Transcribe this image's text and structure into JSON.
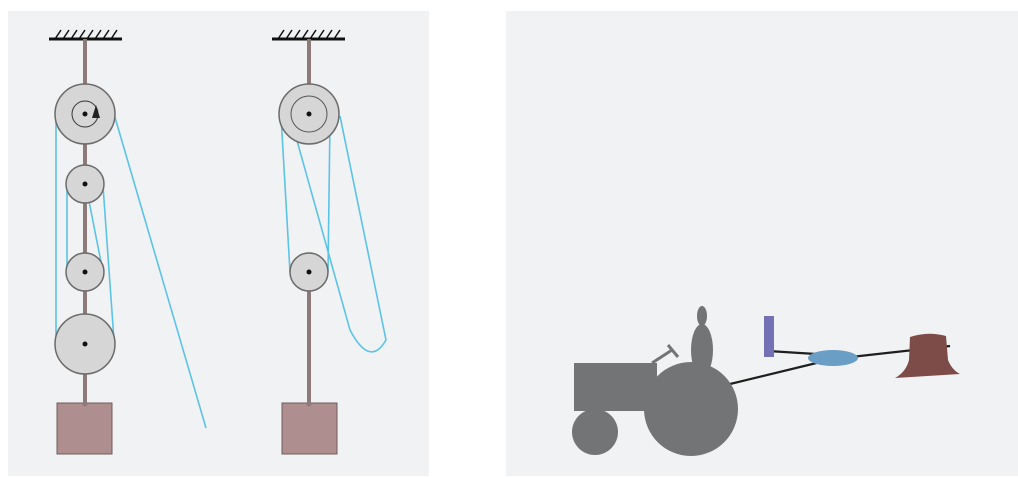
{
  "figure": {
    "left_panel": {
      "systems": [
        {
          "pulleys": 4,
          "load": "block"
        },
        {
          "pulleys": 2,
          "load": "block"
        }
      ]
    },
    "right_panel": {
      "objects": [
        "tractor",
        "post",
        "pulley",
        "tree-stump"
      ]
    },
    "colors": {
      "panel_bg": "#f1f2f4",
      "rod": "#8c7b79",
      "pulley_fill": "#d6d6d6",
      "pulley_stroke": "#6b6b6b",
      "rope": "#5bc3e6",
      "ceiling": "#111111",
      "load": "#ae8e8f",
      "tractor": "#737476",
      "post": "#7472b4",
      "field_pulley": "#6b9ec4",
      "stump": "#7d4c49",
      "cable": "#1e1e1e"
    }
  }
}
